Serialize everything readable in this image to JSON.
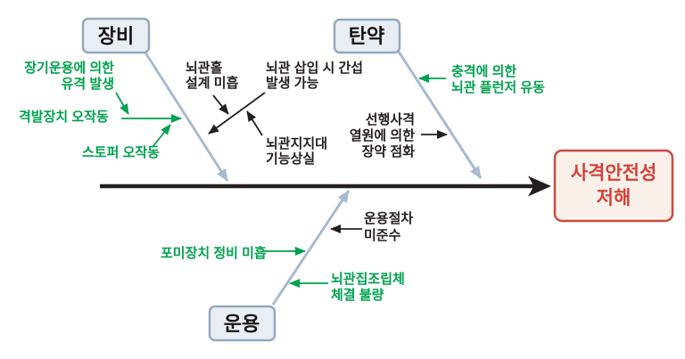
{
  "effect": {
    "lines": [
      "사격안전성",
      "저해"
    ]
  },
  "categories": {
    "equipment": "장비",
    "ammunition": "탄약",
    "operation": "운용"
  },
  "causes": {
    "gap_from_longterm_use": {
      "lines": [
        "장기운용에 의한",
        "유격 발생"
      ],
      "color": "green"
    },
    "trigger_malfunction": {
      "lines": [
        "격발장치 오작동"
      ],
      "color": "green"
    },
    "stopper_malfunction": {
      "lines": [
        "스토퍼 오작동"
      ],
      "color": "green"
    },
    "primer_hole_poor_design": {
      "lines": [
        "뇌관홀",
        "설계 미흡"
      ],
      "color": "black"
    },
    "primer_insertion_interference": {
      "lines": [
        "뇌관 삽입 시 간섭",
        "발생 가능"
      ],
      "color": "black"
    },
    "primer_support_failure": {
      "lines": [
        "뇌관지지대",
        "기능상실"
      ],
      "color": "black"
    },
    "plunger_movement_by_impact": {
      "lines": [
        "충격에 의한",
        "뇌관 플런저 유동"
      ],
      "color": "green"
    },
    "charge_ignition_by_prior_fire": {
      "lines": [
        "선행사격",
        "열원에 의한",
        "장약 점화"
      ],
      "color": "black"
    },
    "procedure_noncompliance": {
      "lines": [
        "운용절차",
        "미준수"
      ],
      "color": "black"
    },
    "breech_poor_maintenance": {
      "lines": [
        "포미장치 정비 미흡"
      ],
      "color": "green"
    },
    "primer_assembly_poor_fastening": {
      "lines": [
        "뇌관집조립체",
        "체결 불량"
      ],
      "color": "green"
    }
  },
  "colors": {
    "green_cause": "#00a14f",
    "black_text": "#231f20",
    "bone": "#a9bbd1",
    "spine": "#231f20",
    "category_box_fill": "#e9eef5",
    "category_box_border": "#94a9bd",
    "effect_box_fill": "#faf0ea",
    "effect_box_border": "#cb4b42",
    "effect_text": "#d2423a",
    "background": "#ffffff"
  }
}
